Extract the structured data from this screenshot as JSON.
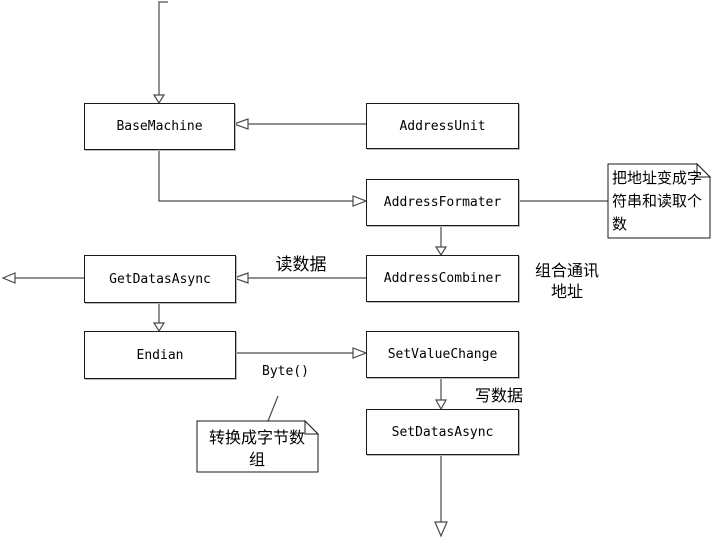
{
  "diagram": {
    "colors": {
      "background": "#ffffff",
      "connector": "#4a4a4a",
      "node_border": "#1a1a1a",
      "text": "#000000"
    },
    "nodes": [
      {
        "id": "base-machine",
        "label": "BaseMachine"
      },
      {
        "id": "address-unit",
        "label": "AddressUnit"
      },
      {
        "id": "address-formater",
        "label": "AddressFormater"
      },
      {
        "id": "get-datas-async",
        "label": "GetDatasAsync"
      },
      {
        "id": "address-combiner",
        "label": "AddressCombiner"
      },
      {
        "id": "endian",
        "label": "Endian"
      },
      {
        "id": "set-value-change",
        "label": "SetValueChange"
      },
      {
        "id": "set-datas-async",
        "label": "SetDatasAsync"
      }
    ],
    "notes": [
      {
        "id": "note-address-format",
        "text": "把地址变成字符串和读取个数"
      },
      {
        "id": "note-byte-array",
        "text": "转换成字节数组"
      }
    ],
    "edge_labels": [
      {
        "id": "read-data",
        "text": "读数据"
      },
      {
        "id": "combine-address",
        "text": "组合通讯\n地址"
      },
      {
        "id": "byte-call",
        "text": "Byte()"
      },
      {
        "id": "write-data",
        "text": "写数据"
      }
    ]
  }
}
